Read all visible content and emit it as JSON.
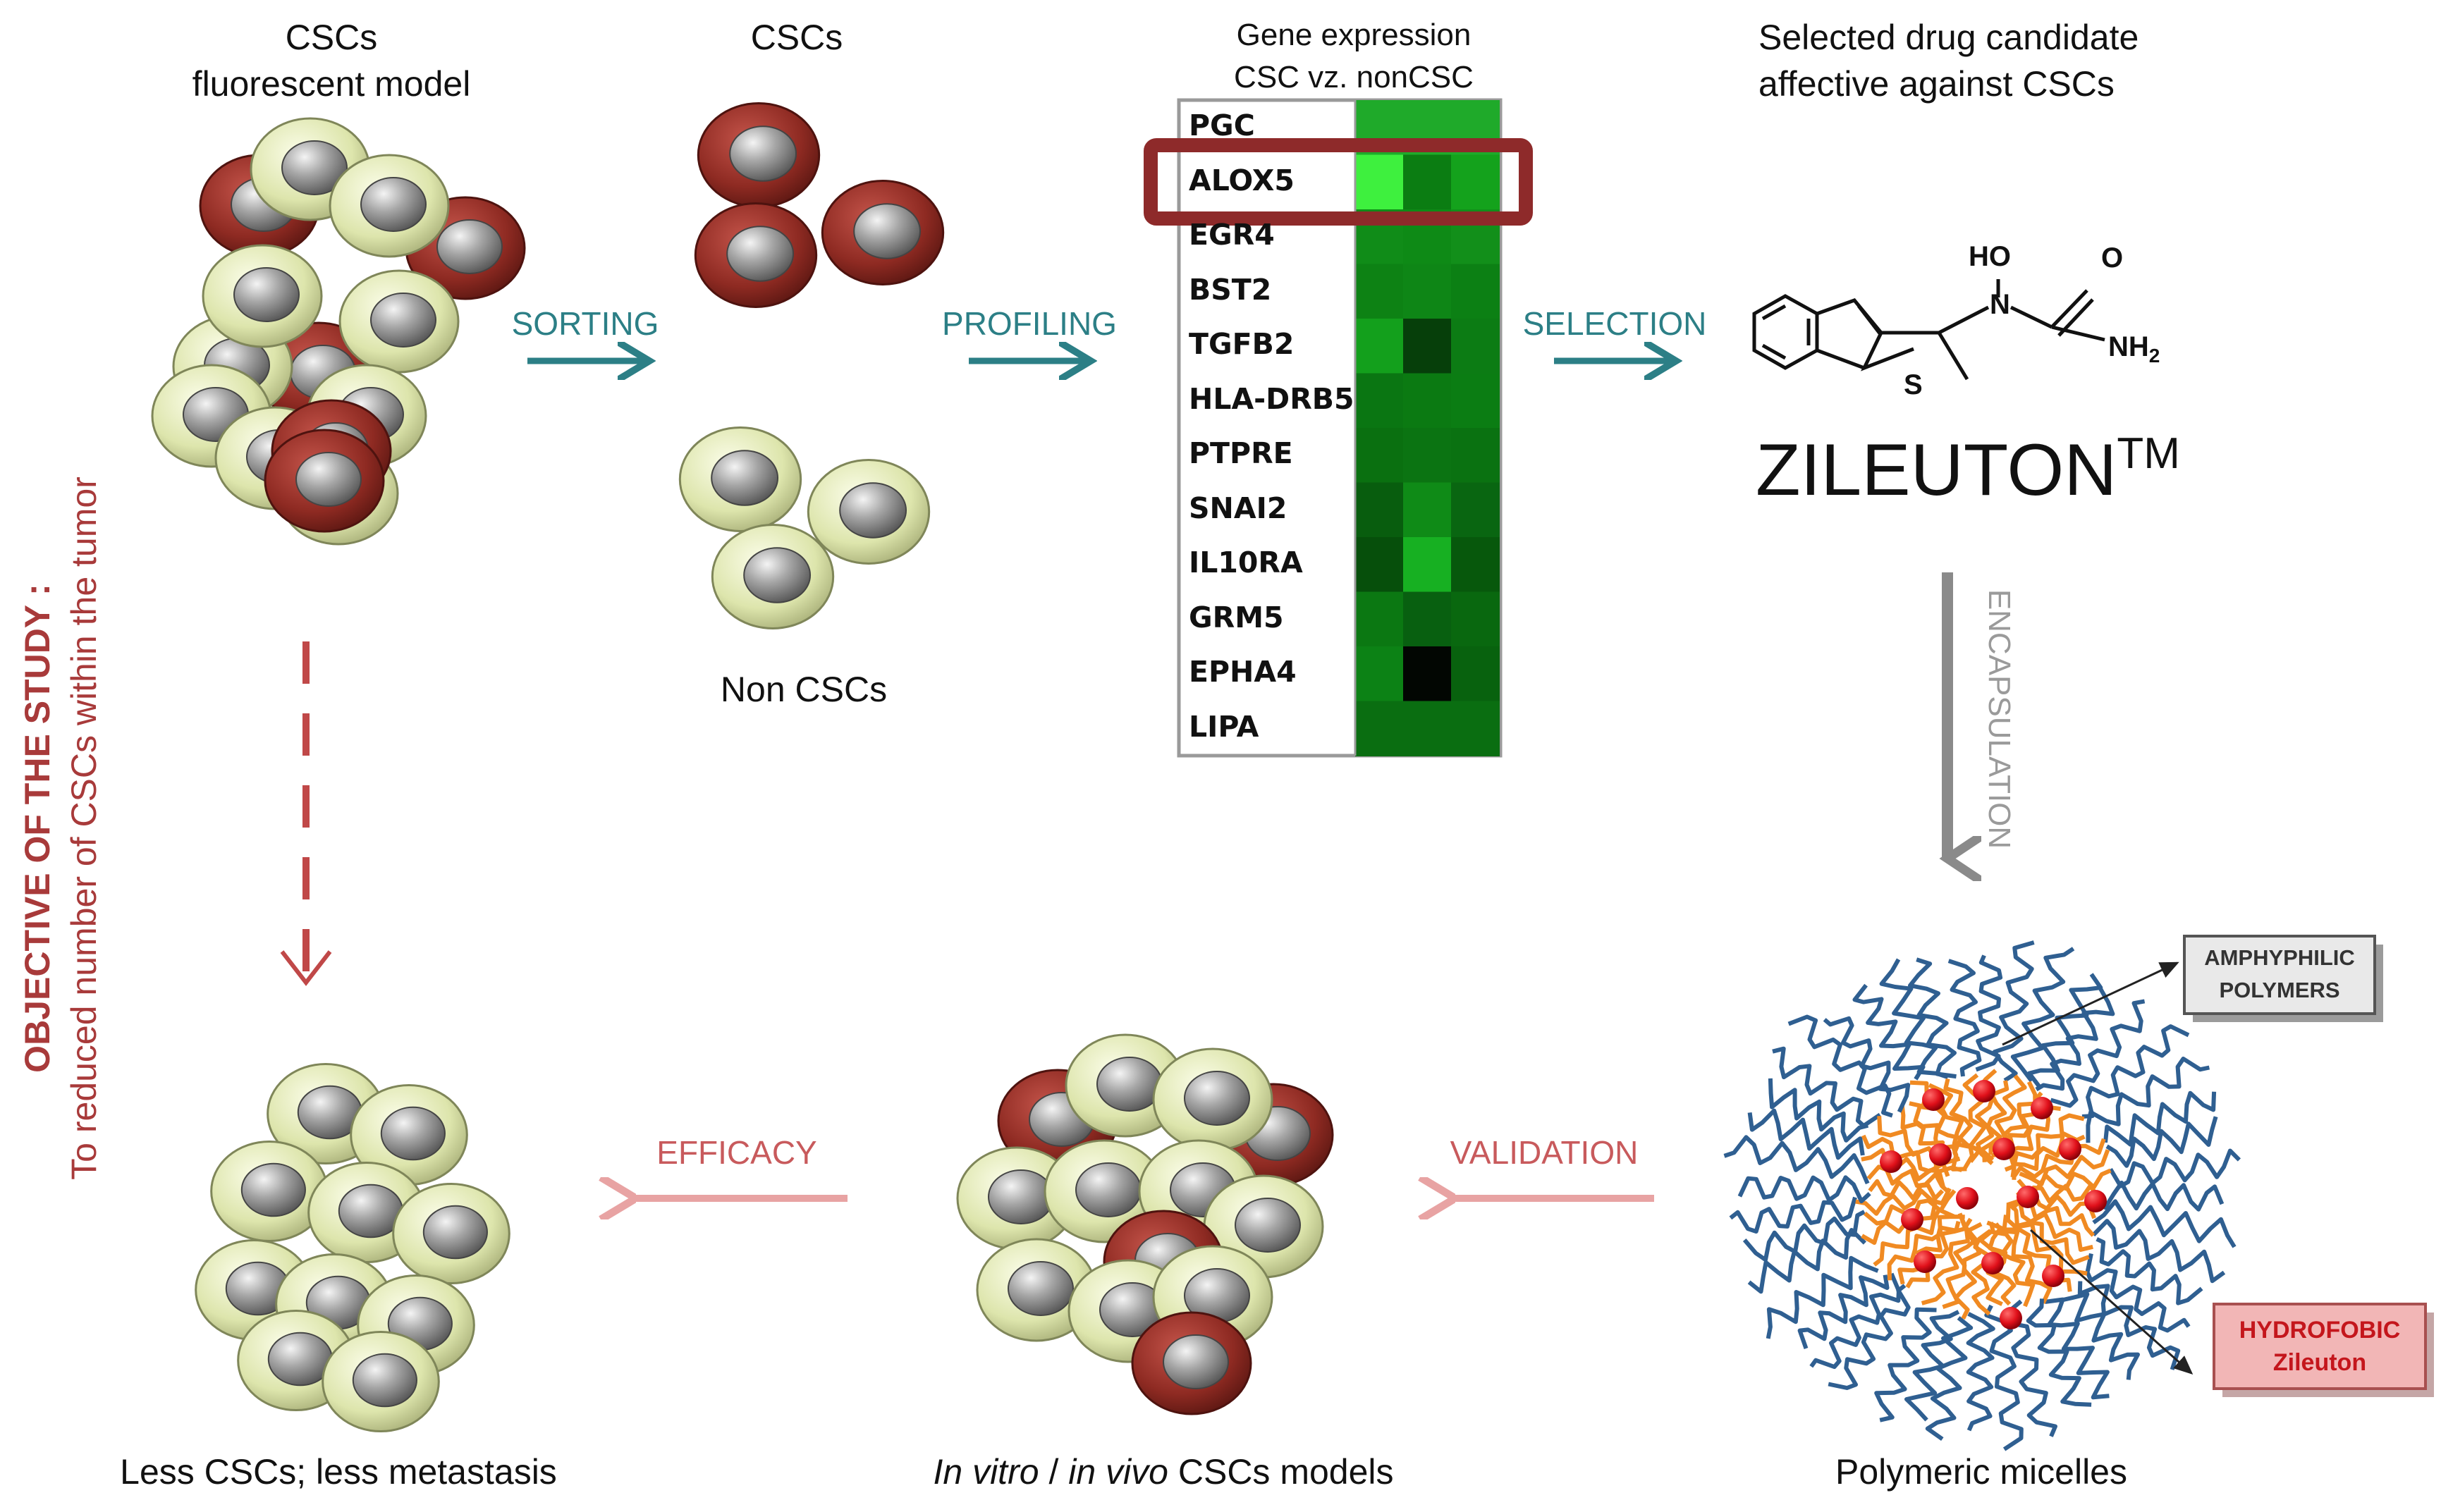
{
  "labels": {
    "csc_model": "CSCs",
    "csc_model_2": "fluorescent model",
    "cscs": "CSCs",
    "non_cscs": "Non CSCs",
    "gene_expression": "Gene expression",
    "gene_expression_2": "CSC vz. nonCSC",
    "drug_candidate": "Selected drug candidate",
    "drug_candidate_2": "affective against CSCs",
    "drug_name": "ZILEUTON",
    "drug_tm": "TM",
    "less_cscs": "Less CSCs; less metastasis",
    "models_in_vitro": "In vitro",
    "models_sep": " / ",
    "models_in_vivo": "in vivo",
    "models_rest": " CSCs models",
    "micelles": "Polymeric micelles"
  },
  "steps": {
    "sorting": "SORTING",
    "profiling": "PROFILING",
    "selection": "SELECTION",
    "encapsulation": "ENCAPSULATION",
    "validation": "VALIDATION",
    "efficacy": "EFFICACY"
  },
  "objective": {
    "title": "OBJECTIVE OF THE STUDY :",
    "text": "To reduced number of CSCs within the tumor"
  },
  "molecule": {
    "ho": "HO",
    "n": "N",
    "o": "O",
    "nh2": "NH",
    "nh2_sub": "2",
    "s": "S"
  },
  "callouts": {
    "amphiphilic_1": "AMPHYPHILIC",
    "amphiphilic_2": "POLYMERS",
    "hydrophobic_1": "HYDROFOBIC",
    "hydrophobic_2": "Zileuton"
  },
  "heatmap": {
    "genes": [
      "PGC",
      "ALOX5",
      "EGR4",
      "BST2",
      "TGFB2",
      "HLA-DRB5",
      "PTPRE",
      "SNAI2",
      "IL10RA",
      "GRM5",
      "EPHA4",
      "LIPA"
    ],
    "highlighted_gene": "ALOX5",
    "cells": [
      [
        "#1faa2a",
        "#1faa2a",
        "#1faa2a"
      ],
      [
        "#3ef03e",
        "#0b7d12",
        "#14a21c"
      ],
      [
        "#108c18",
        "#0e8a16",
        "#128f1a"
      ],
      [
        "#0d8214",
        "#0e8616",
        "#0c8014"
      ],
      [
        "#13a01c",
        "#063f0a",
        "#0c7c14"
      ],
      [
        "#0a7612",
        "#0b7a12",
        "#0b7d13"
      ],
      [
        "#0a7010",
        "#0b7412",
        "#0a7211"
      ],
      [
        "#085d0e",
        "#0f8b17",
        "#096611"
      ],
      [
        "#064f0b",
        "#17b022",
        "#07580c"
      ],
      [
        "#0b7812",
        "#086010",
        "#09680f"
      ],
      [
        "#0c8215",
        "#020602",
        "#08620e"
      ],
      [
        "#0a6e11",
        "#0a6e11",
        "#0a6e11"
      ]
    ]
  },
  "colors": {
    "teal_arrow": "#2c7f86",
    "red_arrow": "#e8a3a3",
    "highlight_box": "#8e2a2a",
    "csc_cell": "#8e2a22",
    "non_csc_cell": "#e6ebc0",
    "nucleus": "#8c8c8c",
    "micelle_shell": "#2f5f91",
    "micelle_core": "#f08a22",
    "drug_dot": "#e0101a"
  }
}
